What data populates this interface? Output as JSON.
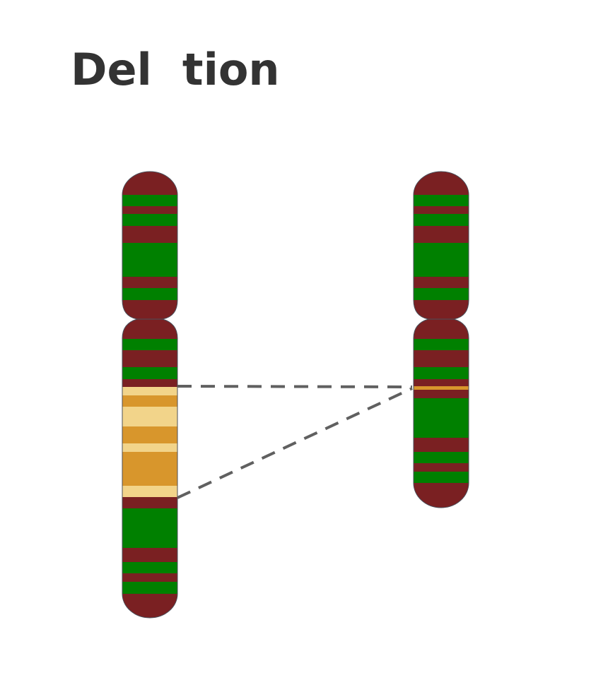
{
  "title": "Del  tion",
  "colors": {
    "dark_band": "#7a2022",
    "light_band": "#008000",
    "deleted_light": "#f2d48a",
    "deleted_dark": "#d8962c",
    "outline": "#4a4f5a",
    "connector": "#606060",
    "title": "#333333"
  },
  "chromosomes": [
    {
      "name": "original-chromosome",
      "p_arm": [
        "dark",
        "light",
        "dark",
        "light",
        "dark",
        "light",
        "dark",
        "light",
        "dark"
      ],
      "q_arm": [
        "dark",
        "light",
        "dark",
        "light",
        "dark",
        "deleted_light",
        "deleted_dark",
        "deleted_light",
        "deleted_dark",
        "deleted_light",
        "deleted_dark",
        "deleted_light",
        "dark",
        "light",
        "dark",
        "light",
        "dark",
        "light",
        "dark"
      ]
    },
    {
      "name": "deleted-chromosome",
      "p_arm": [
        "dark",
        "light",
        "dark",
        "light",
        "dark",
        "light",
        "dark",
        "light",
        "dark"
      ],
      "q_arm": [
        "dark",
        "light",
        "dark",
        "light",
        "dark",
        "deleted_dark",
        "dark",
        "light",
        "dark",
        "light",
        "dark",
        "light",
        "dark"
      ]
    }
  ],
  "connector_style": "dashed"
}
